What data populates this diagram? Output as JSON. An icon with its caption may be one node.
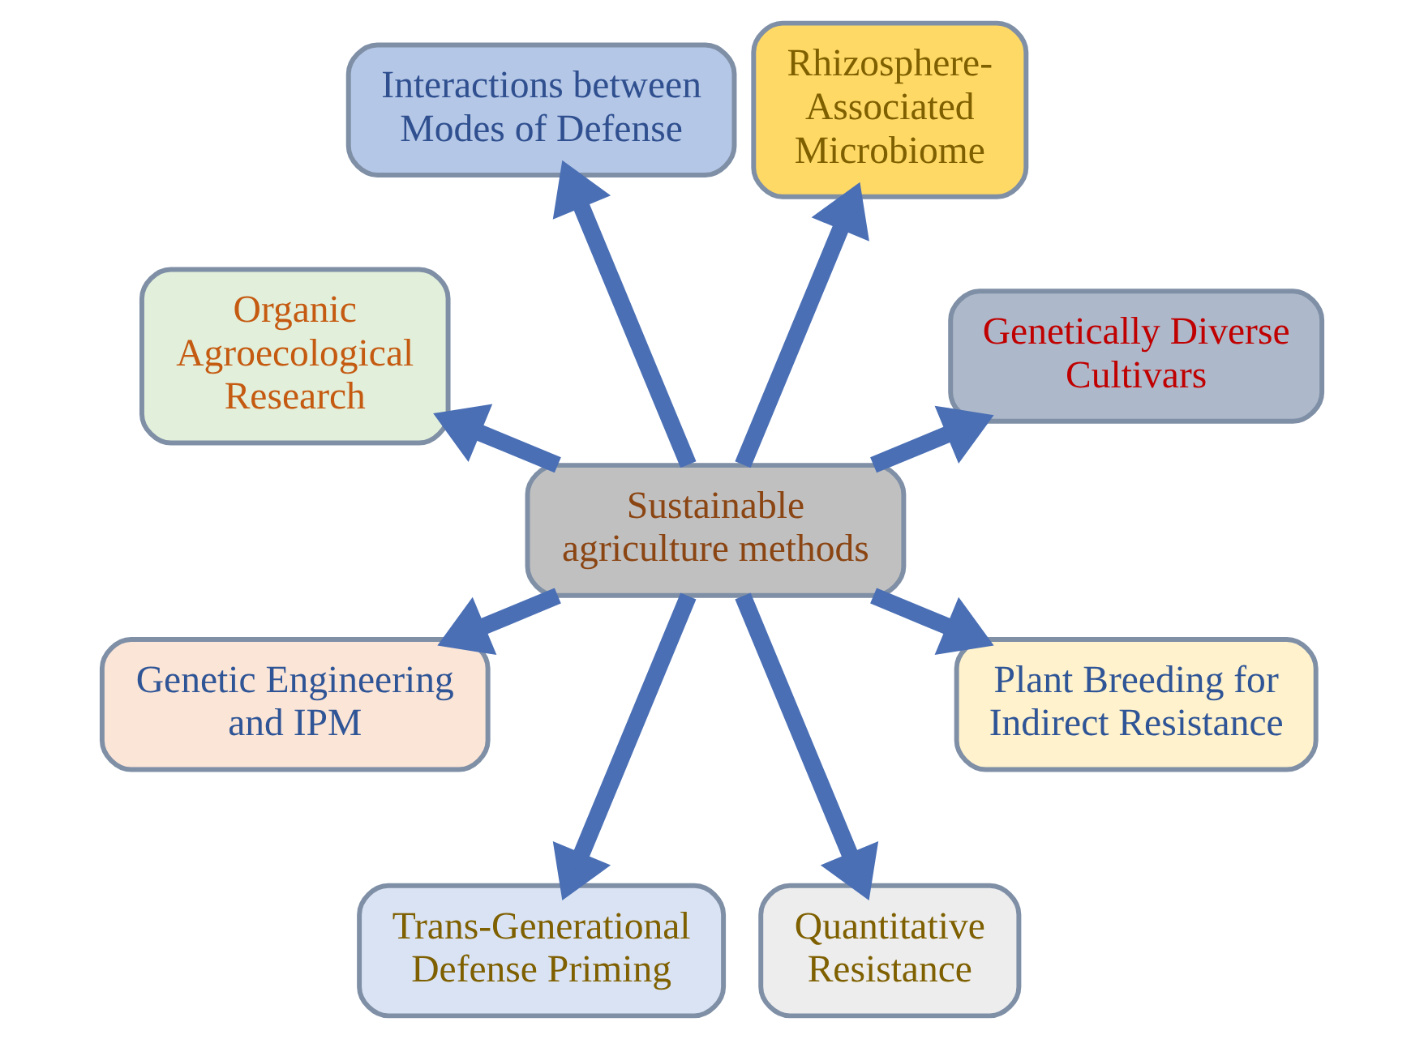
{
  "diagram": {
    "nodes": [
      {
        "text": [
          "Sustainable agriculture methods"
        ]
      },
      {
        "text": [
          "Genetically Diverse Cultivars"
        ]
      },
      {
        "text": [
          "Rhizosphere-Associated Microbiome"
        ]
      },
      {
        "text": [
          "Interactions between Modes of Defense"
        ]
      },
      {
        "text": [
          "Organic Agroecological Research"
        ]
      },
      {
        "text": [
          "Genetic Engineering and IPM"
        ]
      },
      {
        "text": [
          "Trans-Generational Defense Priming"
        ]
      },
      {
        "text": [
          "Quantitative Resistance"
        ]
      },
      {
        "text": [
          "Plant Breeding for Indirect Resistance"
        ]
      }
    ],
    "edges": [
      {
        "from": 0,
        "to": 1,
        "arrow": "to"
      },
      {
        "from": 0,
        "to": 3,
        "arrow": "to"
      },
      {
        "from": 0,
        "to": 5,
        "arrow": "to"
      },
      {
        "from": 0,
        "to": 7,
        "arrow": "to"
      },
      {
        "from": 0,
        "to": 8,
        "arrow": "to"
      },
      {
        "from": 0,
        "to": 6,
        "arrow": "to"
      },
      {
        "from": 0,
        "to": 4,
        "arrow": "to"
      },
      {
        "from": 0,
        "to": 2,
        "arrow": "to"
      }
    ]
  }
}
